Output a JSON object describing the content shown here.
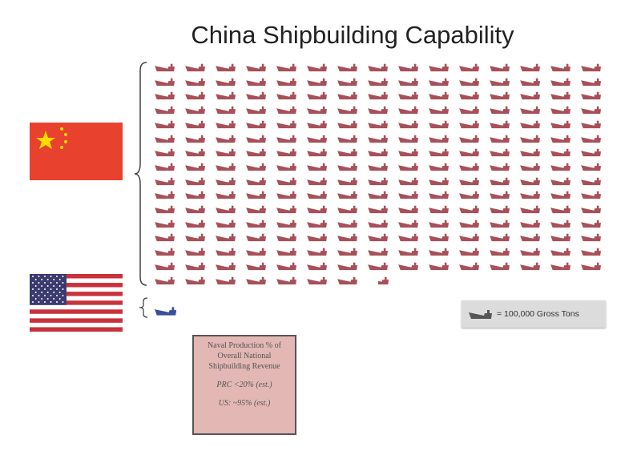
{
  "title": "China Shipbuilding Capability",
  "legend": {
    "label": "= 100,000 Gross Tons",
    "icon": "ship-icon"
  },
  "note": {
    "heading": "Naval Production % of Overall National Shipbuilding Revenue",
    "prc": "PRC <20% (est.)",
    "us": "US: ~95% (est.)"
  },
  "colors": {
    "china_ship": "#a8505a",
    "us_ship": "#3a4f9a",
    "china_flag": "#e8412e",
    "star": "#ffde00"
  },
  "chart_data": {
    "type": "pictograph",
    "unit": "100,000 Gross Tons",
    "series": [
      {
        "name": "China",
        "full_icons": 232,
        "partial_icon_fraction": 0.5,
        "columns": 15
      },
      {
        "name": "United States",
        "full_icons": 0,
        "partial_icon_fraction": 0.8
      }
    ]
  }
}
